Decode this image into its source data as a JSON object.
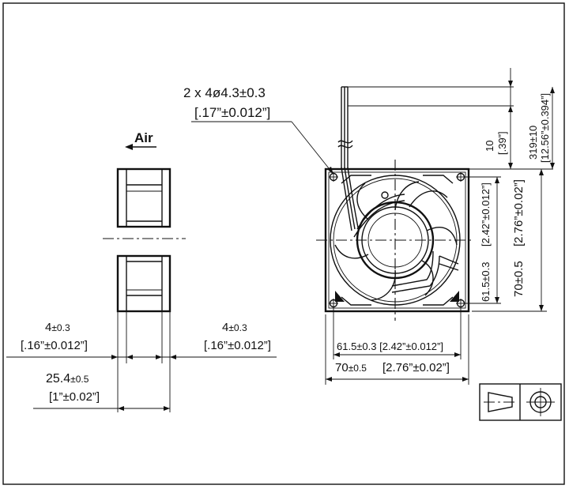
{
  "diagram": {
    "air_label": "Air",
    "holes": {
      "line1": "2 x 4ø4.3±0.3",
      "line2": "[.17”±0.012”]"
    },
    "side_view": {
      "rib_left": {
        "metric": "4",
        "metric_tol": "±0.3",
        "imperial": "[.16”±0.012”]"
      },
      "rib_right": {
        "metric": "4",
        "metric_tol": "±0.3",
        "imperial": "[.16”±0.012”]"
      },
      "depth": {
        "metric": "25.4",
        "metric_tol": "±0.5",
        "imperial": "[1”±0.02”]"
      }
    },
    "front_view": {
      "hole_spacing_h": "61.5±0.3  [2.42”±0.012”]",
      "width_metric": "70",
      "width_metric_tol": "±0.5",
      "width_imperial": "[2.76”±0.02”]",
      "hole_spacing_v_metric": "61.5±0.3",
      "hole_spacing_v_imperial": "[2.42”±0.012”]",
      "height_metric": "70±0.5",
      "height_imperial": "[2.76”±0.02”]"
    },
    "lead": {
      "strip_metric": "10",
      "strip_imperial": "[.39”]",
      "length_metric": "319±10",
      "length_imperial": "[12.56”±0.394”]"
    }
  }
}
